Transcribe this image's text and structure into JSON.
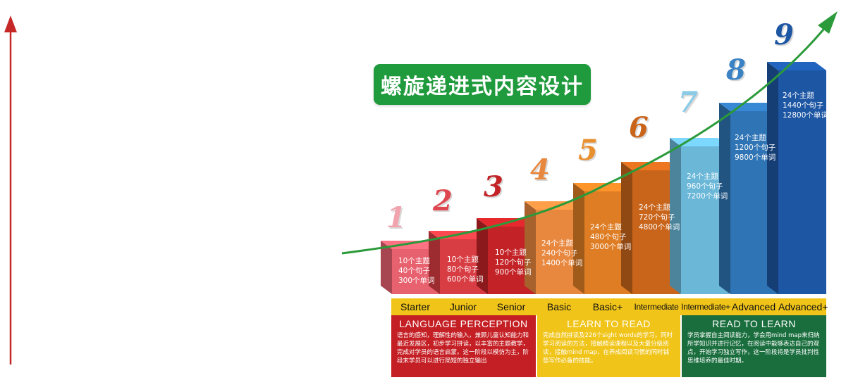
{
  "title": "螺旋递进式内容设计",
  "steps": [
    {
      "number": "1",
      "level": "Starter",
      "topics": "10个主题",
      "sentences": "40个句子",
      "words": "300个单词",
      "color": "#e8616f"
    },
    {
      "number": "2",
      "level": "Junior",
      "topics": "10个主题",
      "sentences": "80个句子",
      "words": "600个单词",
      "color": "#d83d43"
    },
    {
      "number": "3",
      "level": "Senior",
      "topics": "10个主题",
      "sentences": "120个句子",
      "words": "900个单词",
      "color": "#c32327"
    },
    {
      "number": "4",
      "level": "Basic",
      "topics": "24个主题",
      "sentences": "240个句子",
      "words": "1400个单词",
      "color": "#e8873e"
    },
    {
      "number": "5",
      "level": "Basic+",
      "topics": "24个主题",
      "sentences": "480个句子",
      "words": "3000个单词",
      "color": "#de7d24"
    },
    {
      "number": "6",
      "level": "Intermediate",
      "topics": "24个主题",
      "sentences": "720个句子",
      "words": "4800个单词",
      "color": "#c9651b"
    },
    {
      "number": "7",
      "level": "Intermediate+",
      "topics": "24个主题",
      "sentences": "960个句子",
      "words": "7200个单词",
      "color": "#6ab7d8"
    },
    {
      "number": "8",
      "level": "Advanced",
      "topics": "24个主题",
      "sentences": "1200个句子",
      "words": "9800个单词",
      "color": "#2f74b5"
    },
    {
      "number": "9",
      "level": "Advanced+",
      "topics": "24个主题",
      "sentences": "1440个句子",
      "words": "12800个单词",
      "color": "#1d56a3"
    }
  ],
  "phases": [
    {
      "title": "LANGUAGE PERCEPTION",
      "description": "语言的感知，理解性的输入，兼顾儿童认知能力和最近发展区，初步学习拼读，以丰富的主题教学，完成对学员的语言启蒙。这一阶段以模仿为主，阶段末学员可以进行简短的独立输出",
      "color": "#c41f24"
    },
    {
      "title": "LEARN TO READ",
      "description": "完成自然拼读及226个sight words的学习，同时学习阅读的方法，接触精读课程以及大量分级阅读，接触mind map，在养成阅读习惯的同时铺垫写作必备的技能。",
      "color": "#f0c419"
    },
    {
      "title": "READ TO LEARN",
      "description": "学员掌握自主阅读能力，学会用mind map来归纳所学知识并进行记忆，在阅读中能够表达自己的观点，开始学习独立写作，这一阶段将是学员批判性思维培养的最佳时期。",
      "color": "#1a6e3e"
    }
  ],
  "colors": {
    "curve_arrow": "#2b9a3a",
    "vertical_arrow": "#c62828",
    "title_badge": "#1f9a3c",
    "level_bar": "#f0c419"
  }
}
